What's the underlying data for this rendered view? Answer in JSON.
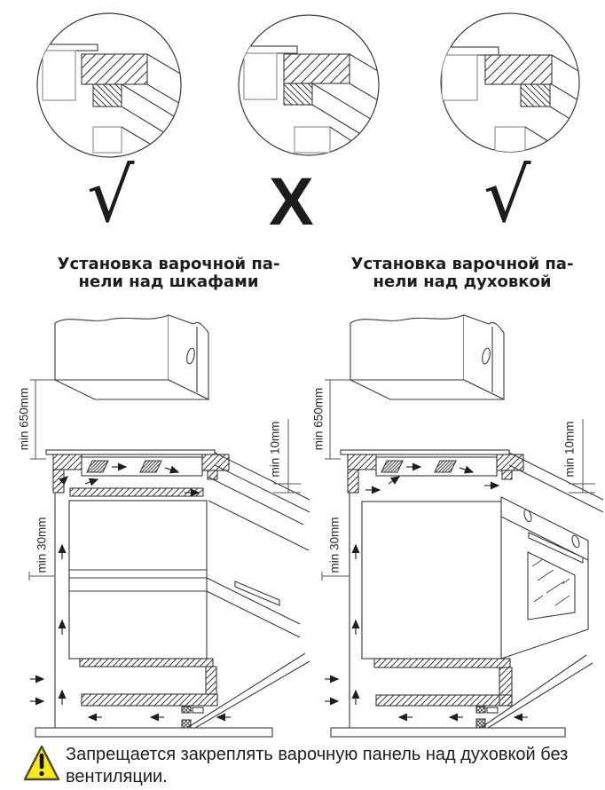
{
  "marks": {
    "left": "√",
    "middle": "X",
    "right": "√"
  },
  "sections": {
    "left": {
      "title_line1": "Установка варочной па-",
      "title_line2": "нели над шкафами",
      "dim_height": "min 650mm",
      "dim_gap": "min 10mm",
      "dim_rear": "min 30mm"
    },
    "right": {
      "title_line1": "Установка варочной па-",
      "title_line2": "нели над духовкой",
      "dim_height": "min 650mm",
      "dim_gap": "min 10mm",
      "dim_rear": "min 30mm"
    }
  },
  "warning": {
    "text": "Запрещается закреплять варочную панель над духовкой без вентиляции.",
    "icon": "warning-triangle-icon",
    "icon_fill": "#ffe616",
    "icon_border": "#4a4a32"
  },
  "colors": {
    "line": "#3a3a3a",
    "dim_line": "#555555",
    "furniture": "#8a8a8a"
  }
}
